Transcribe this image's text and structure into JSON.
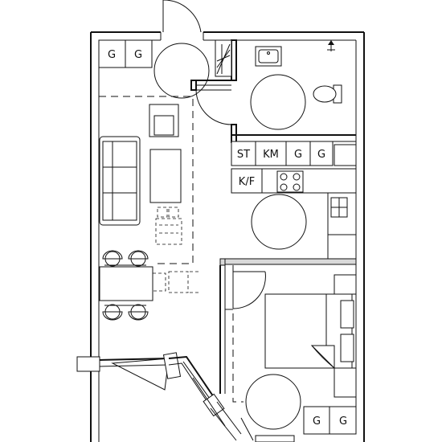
{
  "labels": {
    "g": "G",
    "st": "ST",
    "km": "KM",
    "kf": "K/F"
  },
  "colors": {
    "line": "#111111",
    "background": "#ffffff",
    "wall_fill": "#d9d9d9"
  },
  "icons": {
    "north_arrow": "arrow-up-icon"
  }
}
